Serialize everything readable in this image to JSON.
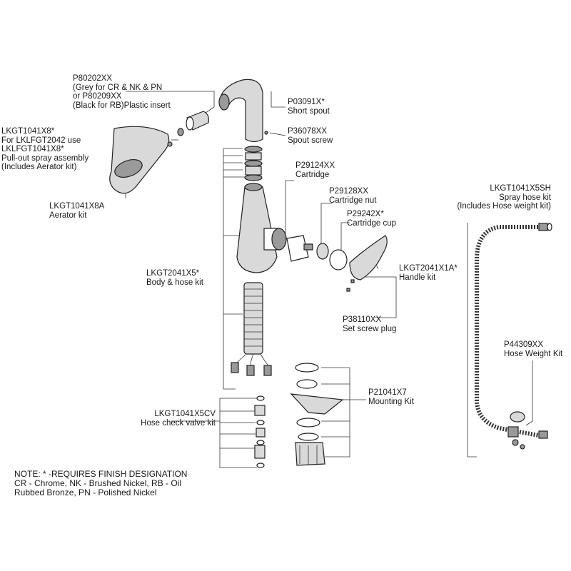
{
  "labels": {
    "plastic_insert": [
      "P80202XX",
      "(Grey for CR & NK & PN",
      "or P80209XX",
      "(Black for RB)Plastic insert"
    ],
    "short_spout": [
      "P03091X*",
      "Short spout"
    ],
    "spout_screw": [
      "P36078XX",
      "Spout screw"
    ],
    "pullout_spray": [
      "LKGT1041X8*",
      "For LKLFGT2042 use",
      "LKLFGT1041X8*",
      "Pull-out spray assembly",
      "(Includes Aerator kit)"
    ],
    "cartridge": [
      "P29124XX",
      "Cartridge"
    ],
    "cartridge_nut": [
      "P29128XX",
      "Cartridge nut"
    ],
    "cartridge_cup": [
      "P29242X*",
      "Cartridge cup"
    ],
    "spray_hose_kit": [
      "LKGT1041X5SH",
      "Spray hose kit",
      "(Includes Hose weight kit)"
    ],
    "aerator_kit": [
      "LKGT1041X8A",
      "Aerator kit"
    ],
    "handle_kit": [
      "LKGT2041X1A*",
      "Handle kit"
    ],
    "body_hose_kit": [
      "LKGT2041X5*",
      "Body & hose kit"
    ],
    "set_screw_plug": [
      "P38110XX",
      "Set screw plug"
    ],
    "hose_weight_kit": [
      "P44309XX",
      "Hose Weight Kit"
    ],
    "mounting_kit": [
      "P21041X7",
      "Mounting Kit"
    ],
    "hose_check_valve_kit": [
      "LKGT1041X5CV",
      "Hose check valve kit"
    ]
  },
  "note": [
    "NOTE: * -REQUIRES FINISH DESIGNATION",
    "CR - Chrome, NK - Brushed Nickel, RB - Oil",
    "Rubbed Bronze, PN - Polished Nickel"
  ]
}
